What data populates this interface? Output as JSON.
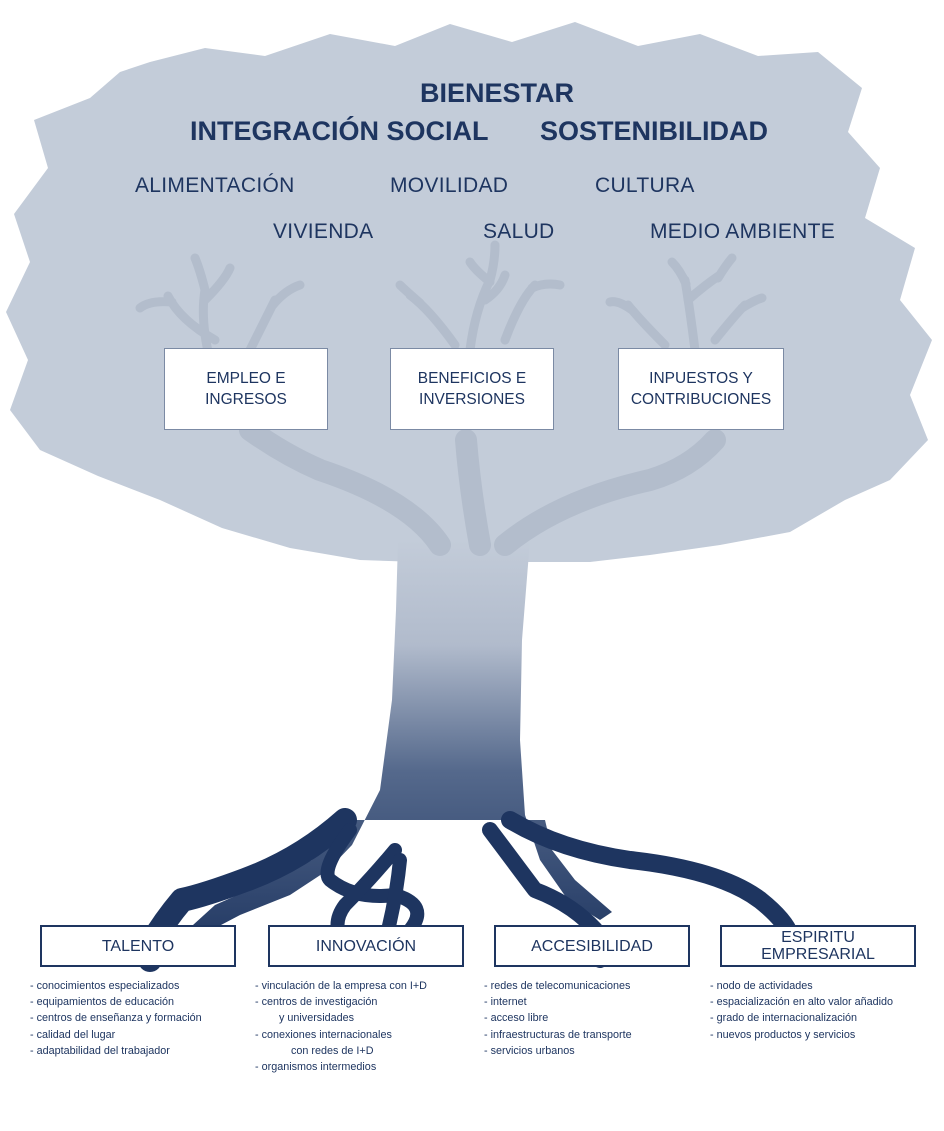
{
  "crown": {
    "title": "BIENESTAR",
    "row1": [
      "INTEGRACIÓN SOCIAL",
      "SOSTENIBILIDAD"
    ],
    "row2": [
      "ALIMENTACIÓN",
      "MOVILIDAD",
      "CULTURA"
    ],
    "row3": [
      "VIVIENDA",
      "SALUD",
      "MEDIO AMBIENTE"
    ]
  },
  "branches": [
    {
      "line1": "EMPLEO E",
      "line2": "INGRESOS"
    },
    {
      "line1": "BENEFICIOS E",
      "line2": "INVERSIONES"
    },
    {
      "line1": "INPUESTOS Y",
      "line2": "CONTRIBUCIONES"
    }
  ],
  "roots": [
    {
      "line1": "TALENTO",
      "line2": "",
      "items": [
        "- conocimientos especializados",
        "- equipamientos de educación",
        "- centros de enseñanza y formación",
        "- calidad del lugar",
        "- adaptabilidad del trabajador"
      ]
    },
    {
      "line1": "INNOVACIÓN",
      "line2": "",
      "items": [
        "- vinculación de la empresa con I+D",
        "- centros de investigación",
        "y universidades",
        "- conexiones internacionales",
        "con redes de I+D",
        "- organismos intermedios"
      ]
    },
    {
      "line1": "ACCESIBILIDAD",
      "line2": "",
      "items": [
        "- redes de telecomunicaciones",
        "- internet",
        "- acceso libre",
        "- infraestructuras de transporte",
        "- servicios urbanos"
      ]
    },
    {
      "line1": "ESPIRITU",
      "line2": "EMPRESARIAL",
      "items": [
        "- nodo de actividades",
        "- espacialización en alto valor añadido",
        "- grado de internacionalización",
        "- nuevos productos y servicios"
      ]
    }
  ],
  "colors": {
    "crown": "#c3ccd9",
    "branch": "#b3bdcc",
    "trunk_top": "#c3ccd9",
    "trunk_bottom": "#1e3560",
    "text": "#1e3560"
  }
}
